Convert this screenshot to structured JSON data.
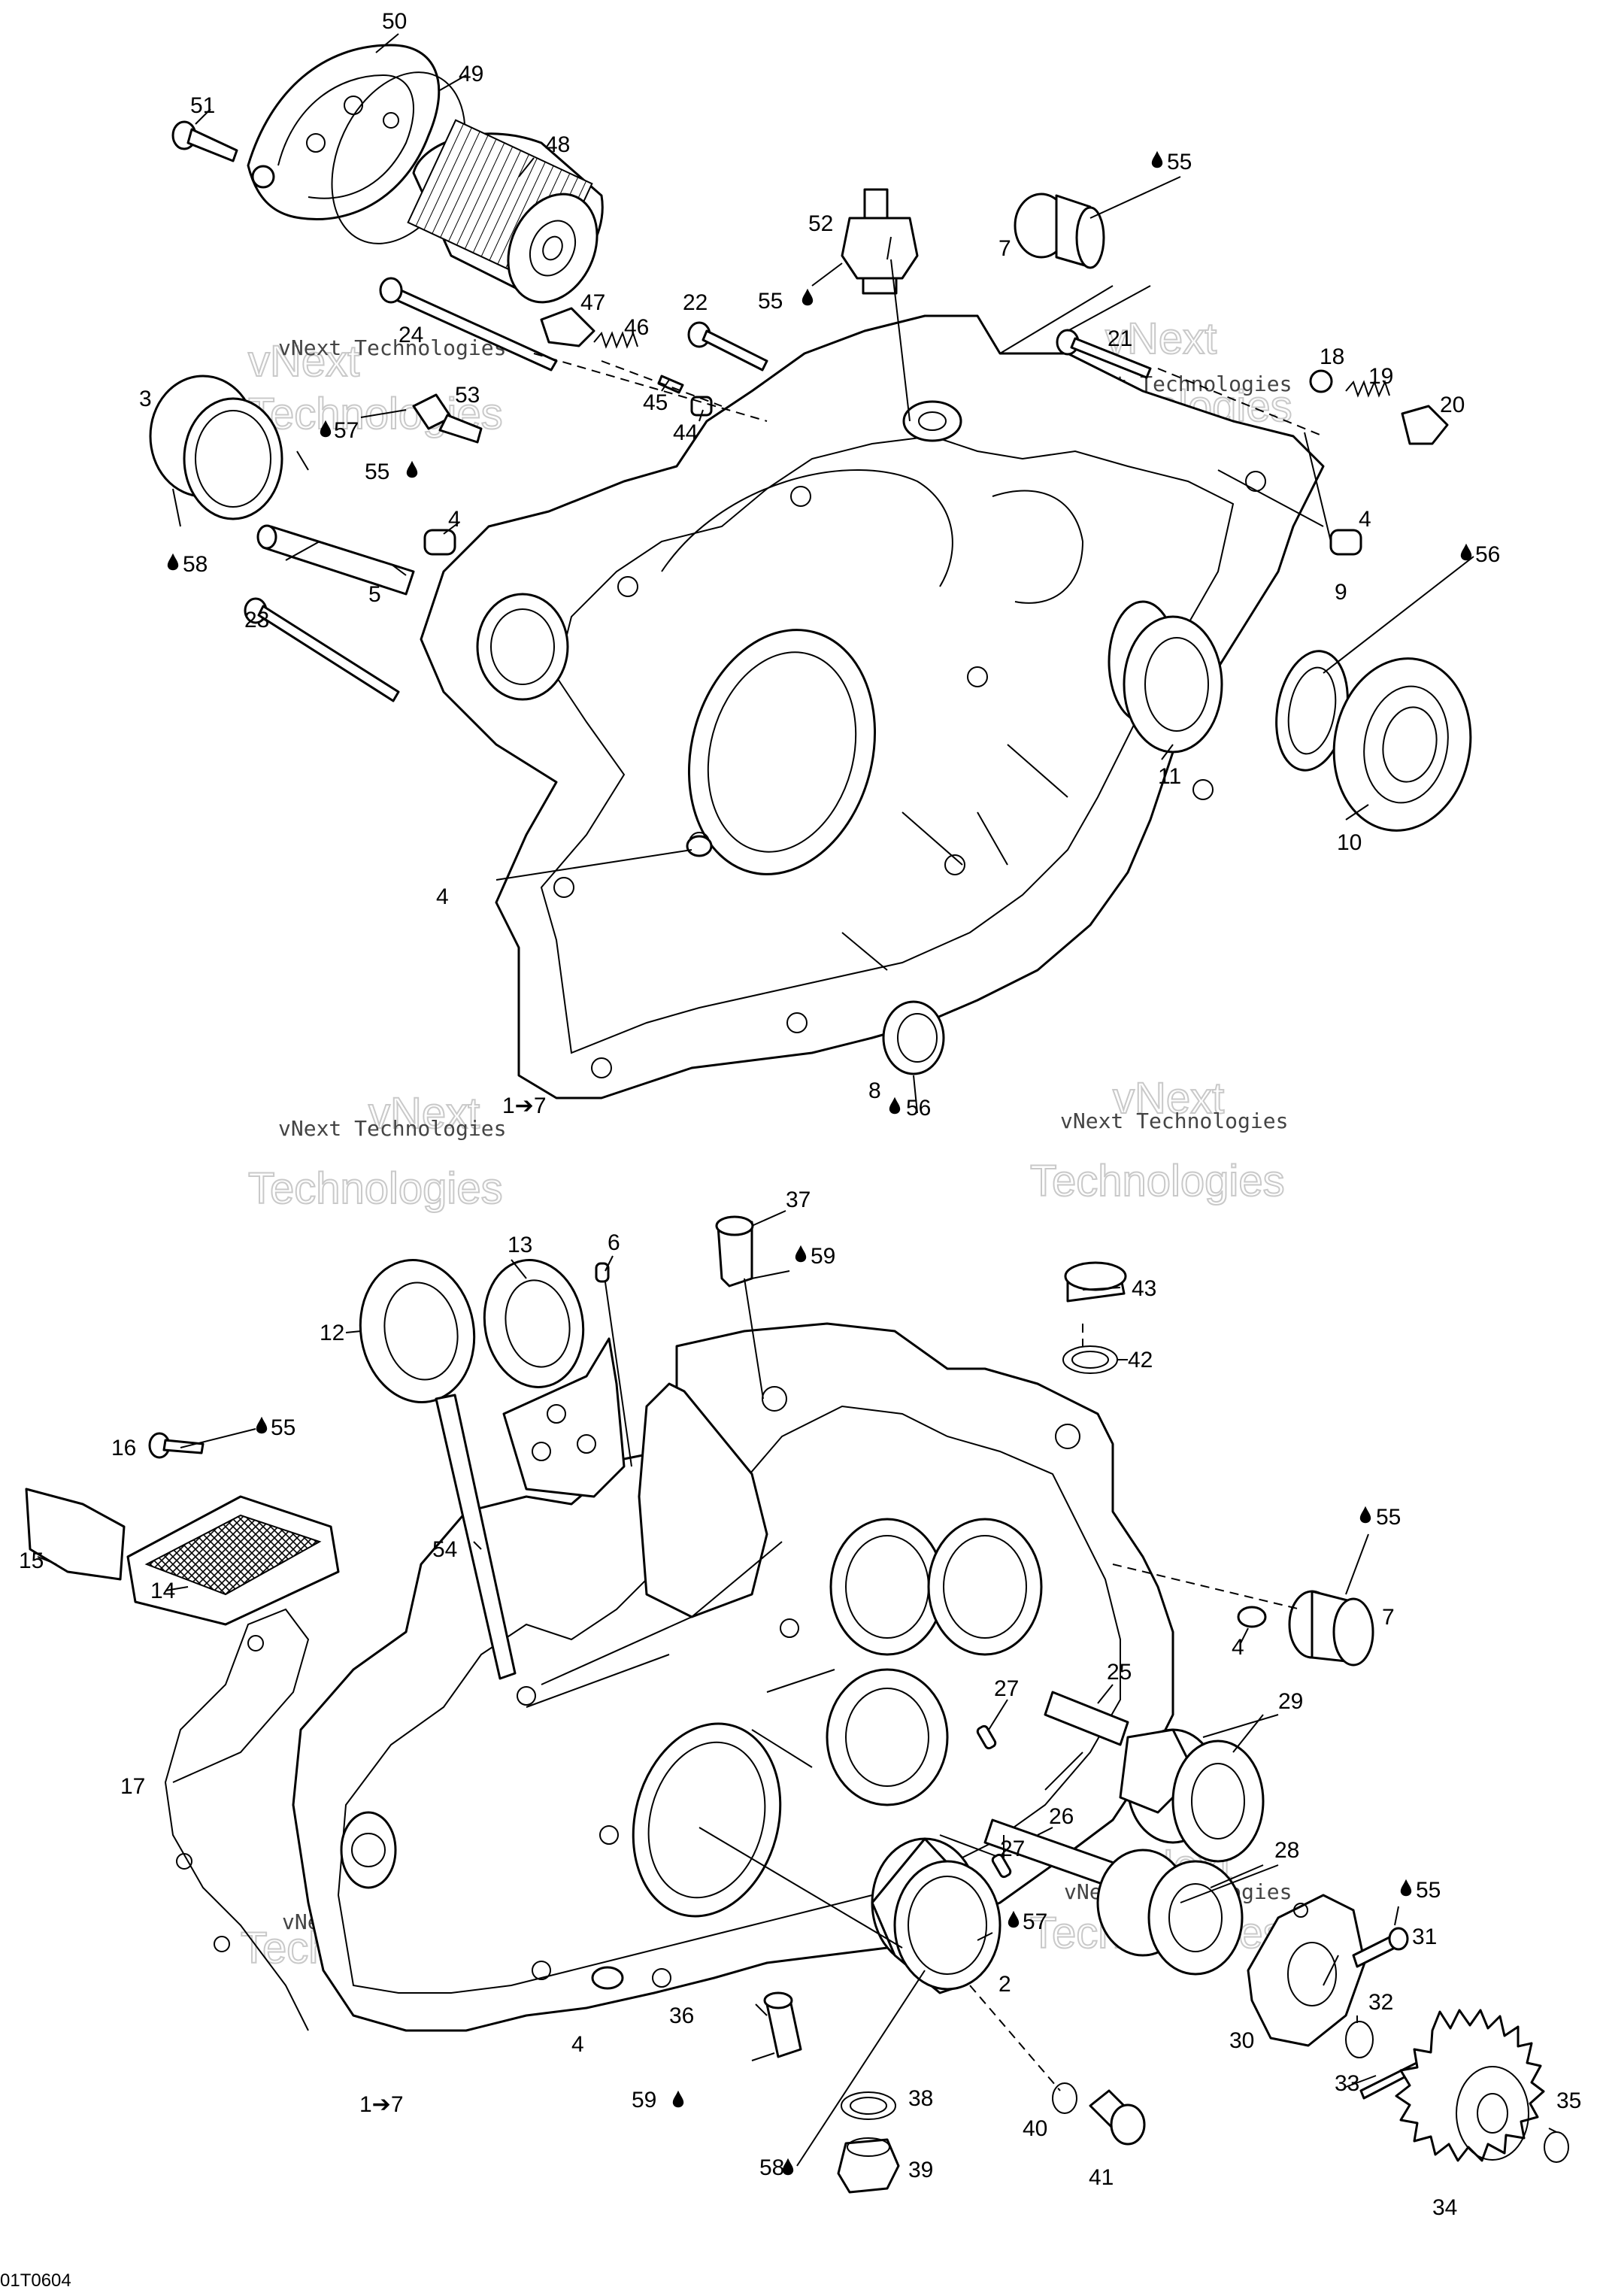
{
  "labels": [
    {
      "id": "50",
      "text": "50"
    },
    {
      "id": "49",
      "text": "49"
    },
    {
      "id": "51",
      "text": "51"
    },
    {
      "id": "48",
      "text": "48"
    },
    {
      "id": "55a",
      "text": "55"
    },
    {
      "id": "52",
      "text": "52"
    },
    {
      "id": "7a",
      "text": "7"
    },
    {
      "id": "55b",
      "text": "55"
    },
    {
      "id": "22",
      "text": "22"
    },
    {
      "id": "47",
      "text": "47"
    },
    {
      "id": "46",
      "text": "46"
    },
    {
      "id": "24",
      "text": "24"
    },
    {
      "id": "21",
      "text": "21"
    },
    {
      "id": "18",
      "text": "18"
    },
    {
      "id": "19",
      "text": "19"
    },
    {
      "id": "20",
      "text": "20"
    },
    {
      "id": "3",
      "text": "3"
    },
    {
      "id": "53",
      "text": "53"
    },
    {
      "id": "57a",
      "text": "57"
    },
    {
      "id": "45",
      "text": "45"
    },
    {
      "id": "44",
      "text": "44"
    },
    {
      "id": "55c",
      "text": "55"
    },
    {
      "id": "4a",
      "text": "4"
    },
    {
      "id": "4b",
      "text": "4"
    },
    {
      "id": "58a",
      "text": "58"
    },
    {
      "id": "5",
      "text": "5"
    },
    {
      "id": "56a",
      "text": "56"
    },
    {
      "id": "9",
      "text": "9"
    },
    {
      "id": "23",
      "text": "23"
    },
    {
      "id": "11",
      "text": "11"
    },
    {
      "id": "10",
      "text": "10"
    },
    {
      "id": "4c",
      "text": "4"
    },
    {
      "id": "8",
      "text": "8"
    },
    {
      "id": "1to7a",
      "text": "1➔7"
    },
    {
      "id": "56b",
      "text": "56"
    },
    {
      "id": "37",
      "text": "37"
    },
    {
      "id": "13",
      "text": "13"
    },
    {
      "id": "6",
      "text": "6"
    },
    {
      "id": "59a",
      "text": "59"
    },
    {
      "id": "43",
      "text": "43"
    },
    {
      "id": "12",
      "text": "12"
    },
    {
      "id": "42",
      "text": "42"
    },
    {
      "id": "16",
      "text": "16"
    },
    {
      "id": "55d",
      "text": "55"
    },
    {
      "id": "15",
      "text": "15"
    },
    {
      "id": "54",
      "text": "54"
    },
    {
      "id": "55e",
      "text": "55"
    },
    {
      "id": "14",
      "text": "14"
    },
    {
      "id": "7b",
      "text": "7"
    },
    {
      "id": "4d",
      "text": "4"
    },
    {
      "id": "25",
      "text": "25"
    },
    {
      "id": "17",
      "text": "17"
    },
    {
      "id": "27a",
      "text": "27"
    },
    {
      "id": "29",
      "text": "29"
    },
    {
      "id": "26",
      "text": "26"
    },
    {
      "id": "27b",
      "text": "27"
    },
    {
      "id": "28",
      "text": "28"
    },
    {
      "id": "57b",
      "text": "57"
    },
    {
      "id": "55f",
      "text": "55"
    },
    {
      "id": "31",
      "text": "31"
    },
    {
      "id": "2",
      "text": "2"
    },
    {
      "id": "32",
      "text": "32"
    },
    {
      "id": "36",
      "text": "36"
    },
    {
      "id": "4e",
      "text": "4"
    },
    {
      "id": "30",
      "text": "30"
    },
    {
      "id": "33",
      "text": "33"
    },
    {
      "id": "1to7b",
      "text": "1➔7"
    },
    {
      "id": "59b",
      "text": "59"
    },
    {
      "id": "38",
      "text": "38"
    },
    {
      "id": "35",
      "text": "35"
    },
    {
      "id": "40",
      "text": "40"
    },
    {
      "id": "58b",
      "text": "58"
    },
    {
      "id": "39",
      "text": "39"
    },
    {
      "id": "41",
      "text": "41"
    },
    {
      "id": "34",
      "text": "34"
    }
  ],
  "watermark": {
    "small": "vNext Technologies",
    "big_line1": "vNext",
    "big_line2": "Technologies"
  },
  "figure_code": "01T0604"
}
